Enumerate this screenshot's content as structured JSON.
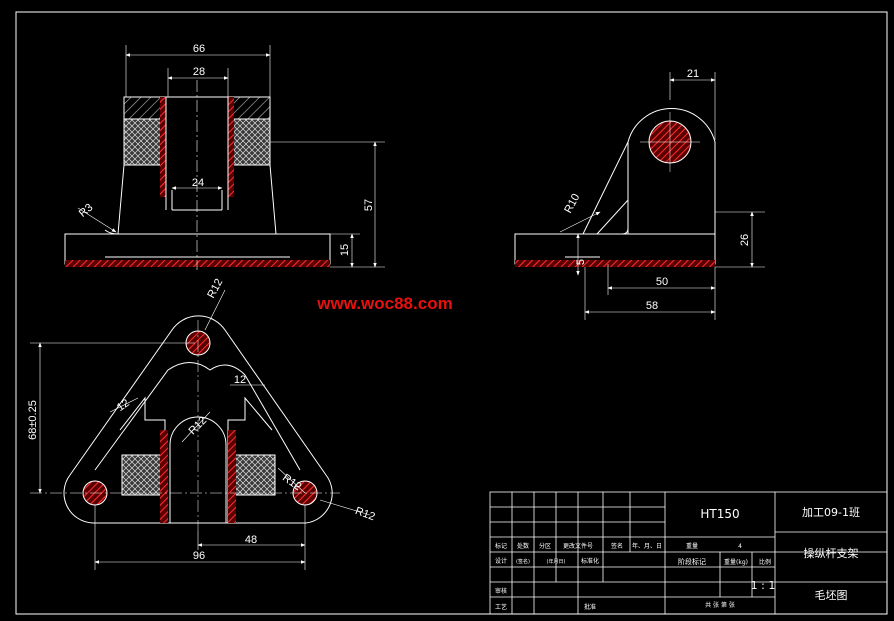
{
  "watermark": "www.woc88.com",
  "colors": {
    "background": "#000000",
    "line": "#ffffff",
    "section": "#ff3030",
    "watermark": "#e81010"
  },
  "front_view": {
    "dims": {
      "overall_width": "66",
      "bore_width": "28",
      "inner_width": "24",
      "height": "57",
      "base_height": "15",
      "fillet": "R3"
    }
  },
  "side_view": {
    "dims": {
      "lug_width": "21",
      "fillet": "R10",
      "height": "26",
      "thickness": "5",
      "width_50": "50",
      "width_58": "58"
    }
  },
  "top_view": {
    "dims": {
      "top_radius": "R12",
      "vertical": "68±0.25",
      "rib_right": "12",
      "rib_left": "12",
      "inner_radius": "R12",
      "right_radius": "R12",
      "bottom_radius": "R12",
      "span_48": "48",
      "span_96": "96"
    }
  },
  "title_block": {
    "material": "HT150",
    "class_name": "加工09-1班",
    "part_name": "操纵杆支架",
    "drawing_type": "毛坯图",
    "scale": "1 : 1",
    "col_labels": [
      "标记",
      "处数",
      "分区",
      "更改文件号",
      "签名",
      "年、月、日"
    ],
    "row_labels": [
      "设计",
      "审核",
      "工艺"
    ],
    "design_extra": [
      "标准化",
      "批准"
    ],
    "row_hint": "(签名)",
    "row_date": "(年月日)",
    "approval": "批准",
    "stage_label": "阶段标记",
    "weight_label": "重量(kg)",
    "scale_label": "比例",
    "zone_label": "重量",
    "page_label": "共 张 第 张",
    "count_label": "4"
  }
}
